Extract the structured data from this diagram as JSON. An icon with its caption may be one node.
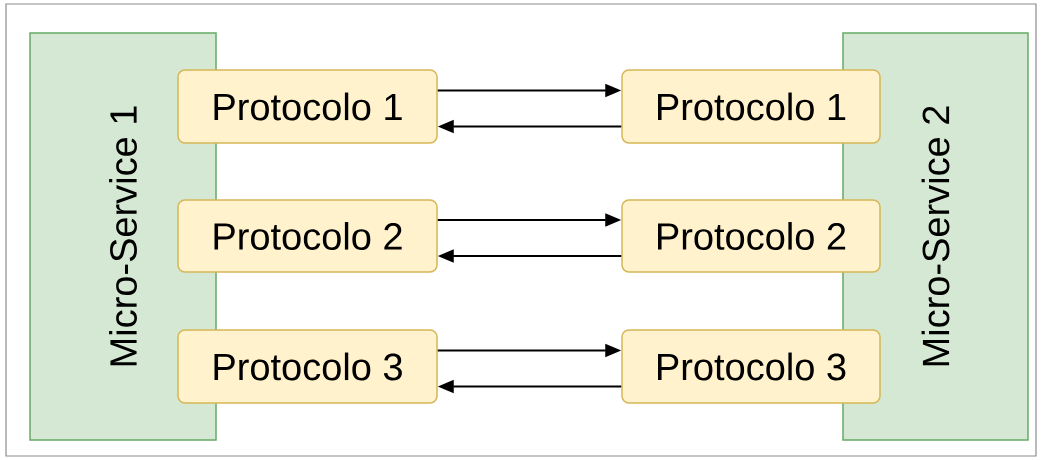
{
  "diagram": {
    "nodes": [
      {
        "text": [
          "Micro-Service 1"
        ]
      },
      {
        "text": [
          "Micro-Service 2"
        ]
      },
      {
        "text": [
          "Protocolo 1"
        ]
      },
      {
        "text": [
          "Protocolo 2"
        ]
      },
      {
        "text": [
          "Protocolo 3"
        ]
      },
      {
        "text": [
          "Protocolo 1"
        ]
      },
      {
        "text": [
          "Protocolo 2"
        ]
      },
      {
        "text": [
          "Protocolo 3"
        ]
      }
    ],
    "edges": [
      {
        "from": 2,
        "to": 5,
        "arrow": "to"
      },
      {
        "from": 5,
        "to": 2,
        "arrow": "to"
      },
      {
        "from": 3,
        "to": 6,
        "arrow": "to"
      },
      {
        "from": 6,
        "to": 3,
        "arrow": "to"
      },
      {
        "from": 4,
        "to": 7,
        "arrow": "to"
      },
      {
        "from": 7,
        "to": 4,
        "arrow": "to"
      }
    ]
  }
}
